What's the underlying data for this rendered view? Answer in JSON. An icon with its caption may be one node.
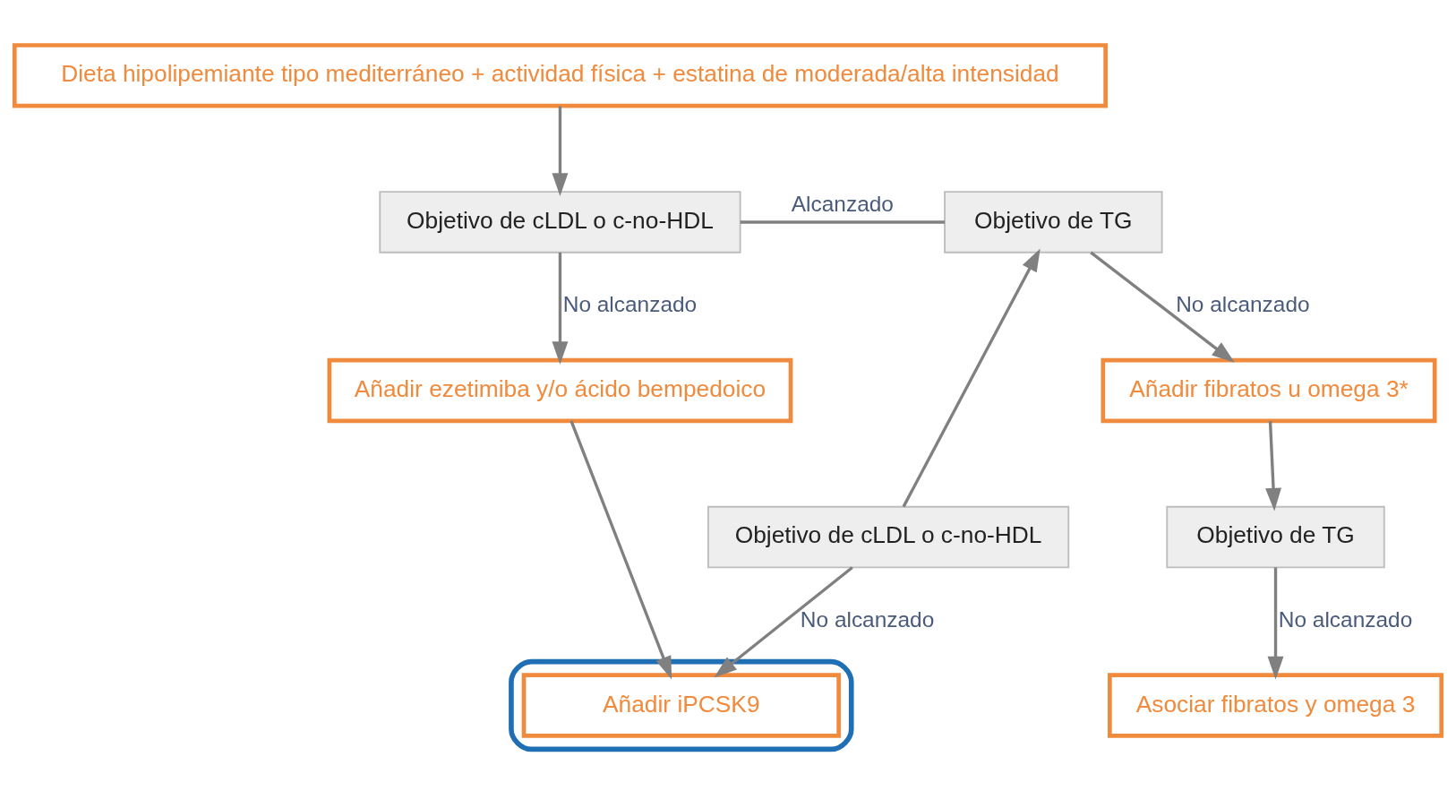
{
  "diagram": {
    "nodes": [
      {
        "text": [
          "Dieta hipolipemiante tipo mediterráneo + actividad física + estatina de moderada/alta intensidad"
        ]
      },
      {
        "text": [
          "Objetivo de cLDL o c-no-HDL"
        ]
      },
      {
        "text": [
          "Objetivo de TG"
        ]
      },
      {
        "text": [
          "Añadir ezetimiba y/o ácido bempedoico"
        ]
      },
      {
        "text": [
          "Añadir fibratos u omega 3*"
        ]
      },
      {
        "text": [
          "Objetivo de cLDL o c-no-HDL"
        ]
      },
      {
        "text": [
          "Objetivo de TG"
        ]
      },
      {
        "text": [],
        "shape": "box"
      },
      {
        "text": [
          "Añadir iPCSK9"
        ],
        "in": 7
      },
      {
        "text": [
          "Asociar fibratos y omega 3"
        ]
      }
    ],
    "edges": [
      {
        "from": 0,
        "to": 1,
        "arrow": "to"
      },
      {
        "from": 1,
        "to": 3,
        "arrow": "to",
        "label": "No alcanzado"
      },
      {
        "from": 1,
        "to": 2,
        "arrow": "none",
        "label": "Alcanzado"
      },
      {
        "from": 5,
        "to": 2,
        "arrow": "to"
      },
      {
        "from": 3,
        "to": 8,
        "arrow": "to"
      },
      {
        "from": 5,
        "to": 8,
        "arrow": "to",
        "label": "No alcanzado"
      },
      {
        "from": 2,
        "to": 4,
        "arrow": "to",
        "label": "No alcanzado"
      },
      {
        "from": 4,
        "to": 6,
        "arrow": "to"
      },
      {
        "from": 6,
        "to": 9,
        "arrow": "to",
        "label": "No alcanzado"
      }
    ]
  }
}
